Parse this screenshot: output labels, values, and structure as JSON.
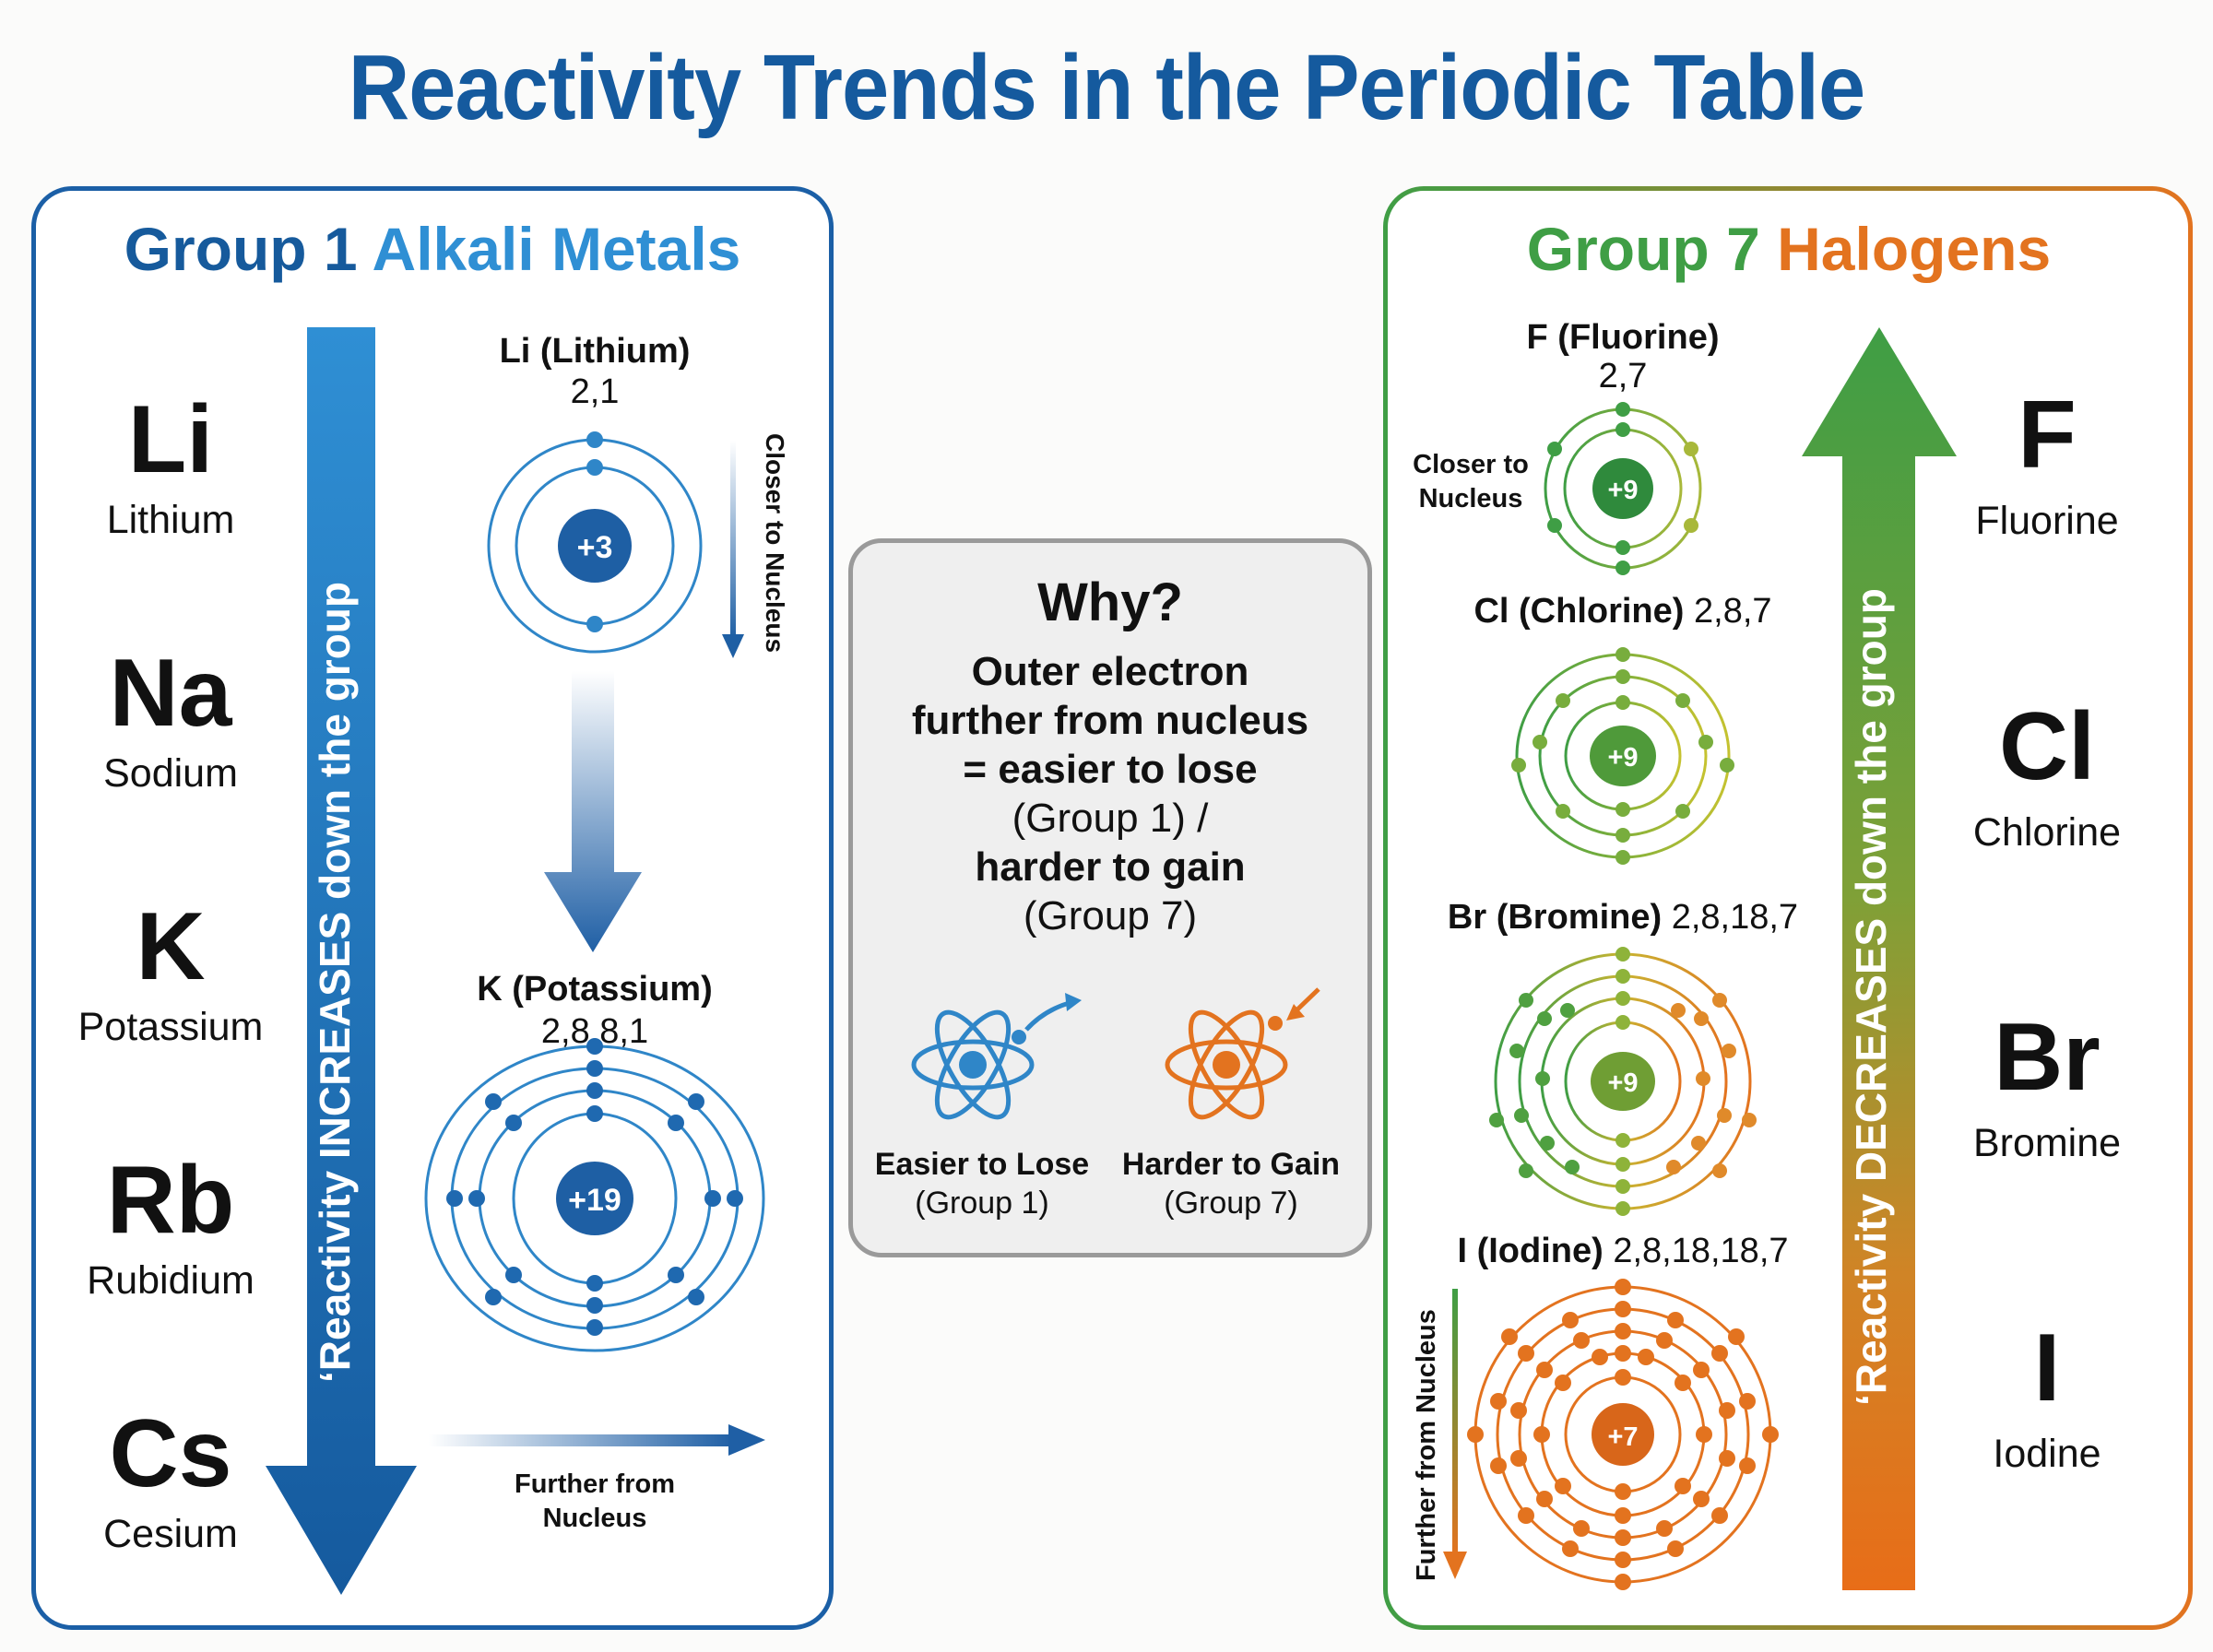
{
  "title": "Reactivity Trends in the Periodic Table",
  "group1": {
    "title_group": "Group 1",
    "title_name": "Alkali Metals",
    "arrow_text": "‘Reactivity INCREASES down the group",
    "elements": [
      {
        "symbol": "Li",
        "name": "Lithium"
      },
      {
        "symbol": "Na",
        "name": "Sodium"
      },
      {
        "symbol": "K",
        "name": "Potassium"
      },
      {
        "symbol": "Rb",
        "name": "Rubidium"
      },
      {
        "symbol": "Cs",
        "name": "Cesium"
      }
    ],
    "atoms": [
      {
        "label": "Li (Lithium)",
        "config": "2,1",
        "nucleus": "+3"
      },
      {
        "label": "K (Potassium)",
        "config": "2,8,8,1",
        "nucleus": "+19"
      }
    ],
    "closer_label": "Closer to Nucleus",
    "further_label_line1": "Further from",
    "further_label_line2": "Nucleus",
    "colors": {
      "primary": "#1b5fa6",
      "accent": "#2f8fd4"
    }
  },
  "why": {
    "heading": "Why?",
    "line1": "Outer electron",
    "line2": "further from nucleus",
    "line3": "= easier to lose",
    "line4": "(Group 1) /",
    "line5": "harder to gain",
    "line6": "(Group 7)",
    "icon_left_label": "Easier to Lose",
    "icon_left_sub": "(Group 1)",
    "icon_right_label": "Harder to Gain",
    "icon_right_sub": "(Group 7)"
  },
  "group7": {
    "title_group": "Group 7",
    "title_name": "Halogens",
    "arrow_text": "‘Reactivity DECREASES down the group",
    "elements": [
      {
        "symbol": "F",
        "name": "Fluorine"
      },
      {
        "symbol": "Cl",
        "name": "Chlorine"
      },
      {
        "symbol": "Br",
        "name": "Bromine"
      },
      {
        "symbol": "I",
        "name": "Iodine"
      }
    ],
    "atoms": [
      {
        "label": "F (Fluorine)",
        "config": "2,7",
        "nucleus": "+9"
      },
      {
        "label": "Cl (Chlorine)",
        "config": "2,8,7",
        "nucleus": "+9"
      },
      {
        "label": "Br (Bromine)",
        "config": "2,8,18,7",
        "nucleus": "+9"
      },
      {
        "label": "I (Iodine)",
        "config": "2,8,18,18,7",
        "nucleus": "+7"
      }
    ],
    "closer_label_line1": "Closer to",
    "closer_label_line2": "Nucleus",
    "further_label": "Further from Nucleus",
    "colors": {
      "green": "#3f9e45",
      "orange": "#e3731f"
    }
  }
}
